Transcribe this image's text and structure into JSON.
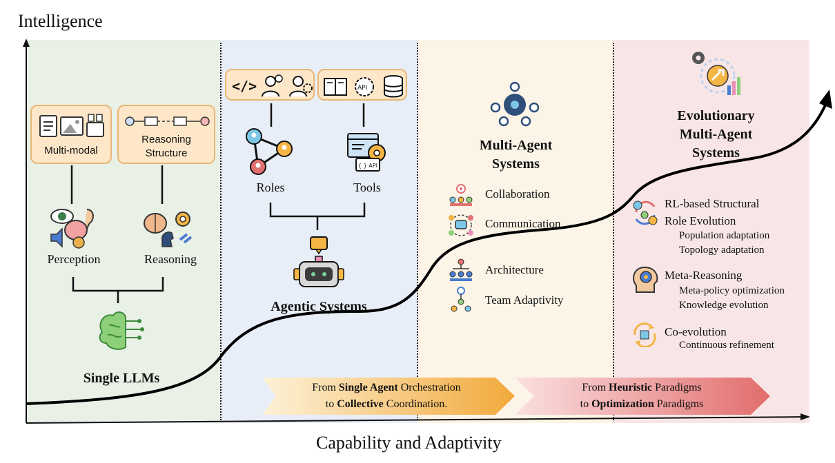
{
  "axes": {
    "y_label": "Intelligence",
    "x_label": "Capability and Adaptivity"
  },
  "stage1": {
    "box_multimodal": "Multi-modal",
    "box_reasoning_line1": "Reasoning",
    "box_reasoning_line2": "Structure",
    "perception": "Perception",
    "reasoning": "Reasoning",
    "title": "Single LLMs"
  },
  "stage2": {
    "roles": "Roles",
    "tools": "Tools",
    "title": "Agentic Systems",
    "api_label": "API",
    "api_label2": "{ } API"
  },
  "stage3": {
    "title_line1": "Multi-Agent",
    "title_line2": "Systems",
    "items": [
      "Collaboration",
      "Communication",
      "Architecture",
      "Team Adaptivity"
    ]
  },
  "stage4": {
    "title_line1": "Evolutionary",
    "title_line2": "Multi-Agent",
    "title_line3": "Systems",
    "rl_line1": "RL-based Structural",
    "rl_line2": "Role Evolution",
    "rl_sub1": "Population adaptation",
    "rl_sub2": "Topology adaptation",
    "meta": "Meta-Reasoning",
    "meta_sub1": "Meta-policy optimization",
    "meta_sub2": "Knowledge evolution",
    "coevo": "Co-evolution",
    "coevo_sub1": "Continuous refinement"
  },
  "banner1": {
    "l1_a": "From ",
    "l1_b": "Single Agent",
    "l1_c": " Orchestration",
    "l2_a": "to ",
    "l2_b": "Collective",
    "l2_c": " Coordination."
  },
  "banner2": {
    "l1_a": "From ",
    "l1_b": "Heuristic",
    "l1_c": " Paradigms",
    "l2_a": "to ",
    "l2_b": "Optimization",
    "l2_c": " Paradigms"
  },
  "colors": {
    "panel1": "#e9f1e7",
    "panel2": "#e8eef8",
    "panel3": "#fcf4e7",
    "panel4": "#f8e6e7",
    "box_fill": "#fde7c8",
    "box_border": "#e8b676",
    "banner1": "#f2a93b",
    "banner2": "#e26d6d"
  }
}
